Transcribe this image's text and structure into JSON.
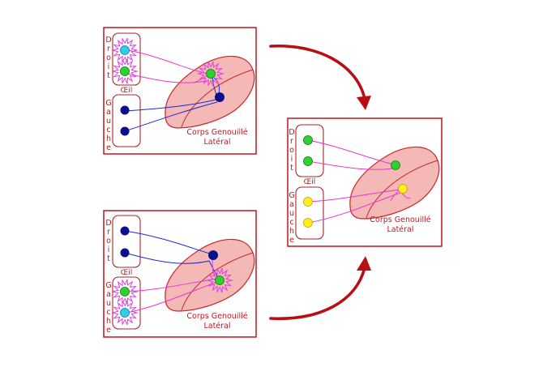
{
  "labels": {
    "right": "Droit",
    "left": "Gauche",
    "eye": "Œil",
    "cgl_line1": "Corps Genouillé",
    "cgl_line2": "Latéral"
  },
  "colors": {
    "frame": "#c0161e",
    "arrow": "#b90f14",
    "nucleus_fill": "#f4b8b6",
    "nucleus_stroke": "#c7282a",
    "magenta_path": "#e835d8",
    "blue_path": "#1c2bd0",
    "cell_dark_blue": "#0a0f8c",
    "cell_green": "#2fd12f",
    "cell_cyan": "#33ccee",
    "cell_yellow": "#ffef1a",
    "starburst": "#e03fe0"
  }
}
